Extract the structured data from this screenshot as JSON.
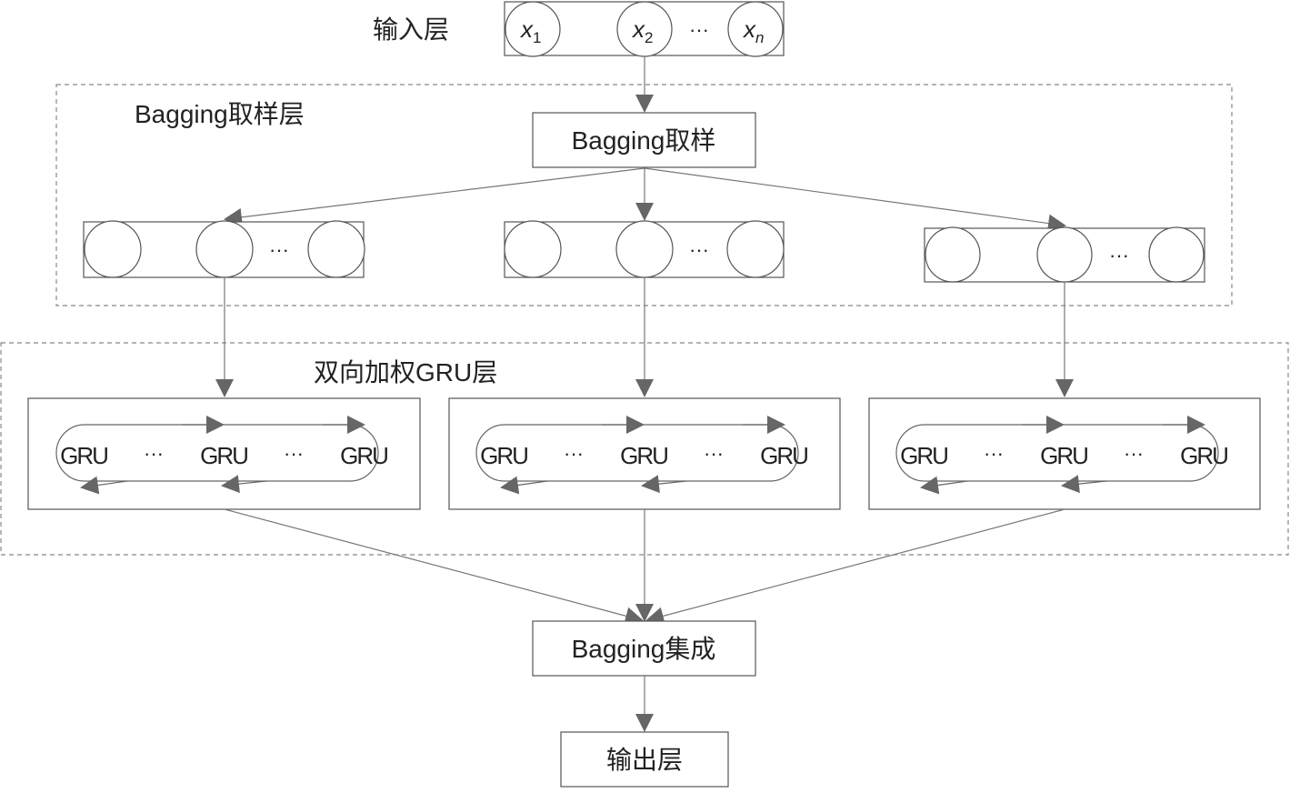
{
  "input_layer": {
    "label": "输入层",
    "vars": [
      {
        "base": "x",
        "sub": "1"
      },
      {
        "base": "x",
        "sub": "2"
      },
      {
        "base": "x",
        "sub": "n"
      }
    ],
    "ellipsis": "···"
  },
  "bagging_layer": {
    "label": "Bagging取样层",
    "sampling_box": "Bagging取样",
    "ellipsis": "···"
  },
  "gru_layer": {
    "label": "双向加权GRU层",
    "cell": "GRU",
    "ellipsis": "···"
  },
  "ensemble_box": "Bagging集成",
  "output_box": "输出层"
}
